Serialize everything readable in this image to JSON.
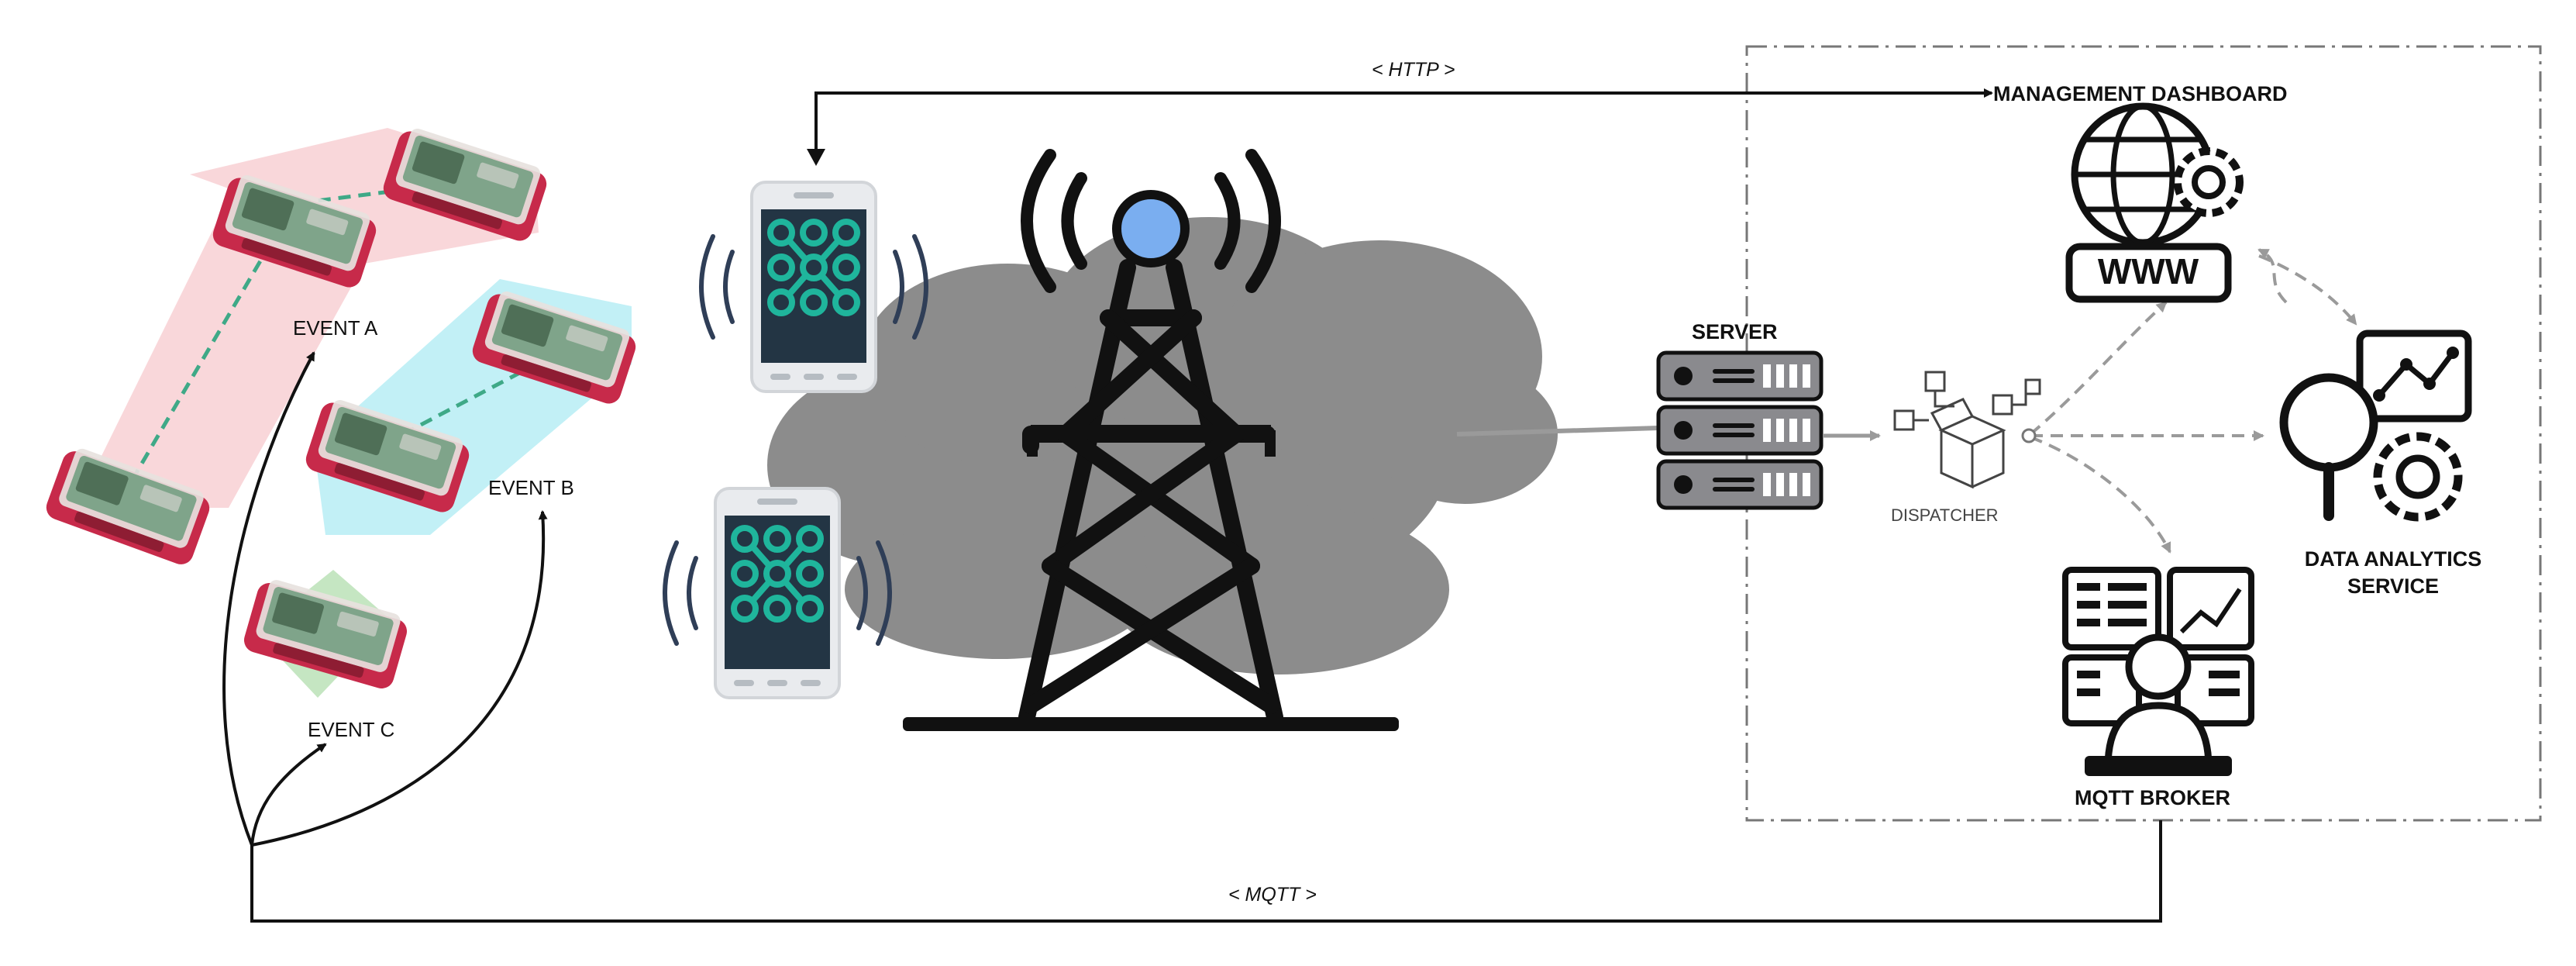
{
  "diagram": {
    "protocols": {
      "http": "< HTTP >",
      "mqtt": "< MQTT >"
    },
    "events": {
      "a": "EVENT A",
      "b": "EVENT B",
      "c": "EVENT C"
    },
    "components": {
      "server": "SERVER",
      "dispatcher": "DISPATCHER",
      "dashboard": "MANAGEMENT DASHBOARD",
      "analytics_line1": "DATA ANALYTICS",
      "analytics_line2": "SERVICE",
      "broker": "MQTT BROKER",
      "www": "WWW"
    },
    "colors": {
      "device_red": "#c72a4a",
      "event_a_zone": "#f4b7bb",
      "event_b_zone": "#8fe3ef",
      "event_c_zone": "#9ed59a",
      "link_green": "#3fa987",
      "cloud": "#8c8c8c",
      "phone_screen": "#233544",
      "phone_ring": "#1fb59c",
      "tower": "#111111",
      "tower_light": "#7aaef0",
      "server_body": "#8a8a8e",
      "dashed_connector": "#9a9a9a"
    },
    "icons": [
      "device-icon",
      "phone-icon",
      "tower-icon",
      "cloud-icon",
      "server-icon",
      "dispatcher-icon",
      "globe-gear-icon",
      "analytics-icon",
      "broker-icon"
    ]
  }
}
